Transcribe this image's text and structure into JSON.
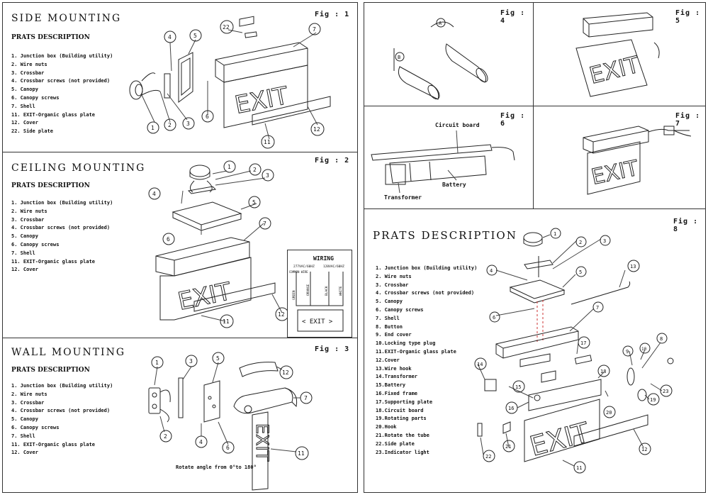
{
  "side_mounting": {
    "title": "SIDE MOUNTING",
    "subtitle": "PRATS DESCRIPTION",
    "fig": "Fig : 1",
    "parts": [
      "1. Junction box (Building utility)",
      "2. Wire nuts",
      "3. Crossbar",
      "4. Crossbar screws (not provided)",
      "5. Canopy",
      "6. Canopy screws",
      "7. Shell",
      "11. EXIT-Organic glass plate",
      "12. Cover",
      "22. Side plate"
    ],
    "callouts": [
      "1",
      "2",
      "3",
      "4",
      "5",
      "6",
      "7",
      "11",
      "12",
      "22"
    ],
    "sign_text": "EXIT"
  },
  "ceiling_mounting": {
    "title": "CEILING MOUNTING",
    "subtitle": "PRATS DESCRIPTION",
    "fig": "Fig : 2",
    "parts": [
      "1. Junction box (Building utility)",
      "2. Wire nuts",
      "3. Crossbar",
      "4. Crossbar screws (not provided)",
      "5. Canopy",
      "6. Canopy screws",
      "7. Shell",
      "11. EXIT-Organic glass plate",
      "12. Cover"
    ],
    "callouts": [
      "1",
      "2",
      "3",
      "4",
      "5",
      "6",
      "7",
      "11",
      "12"
    ],
    "sign_text": "EXIT",
    "wiring": {
      "title": "WIRING",
      "left_head": "277VAC/60HZ",
      "right_head": "120VAC/60HZ",
      "common": "COMMON WIRE",
      "wires": [
        "GREEN",
        "ORANGE",
        "BLACK",
        "WHITE"
      ],
      "exit_label": "< EXIT >"
    }
  },
  "wall_mounting": {
    "title": "WALL MOUNTING",
    "subtitle": "PRATS DESCRIPTION",
    "fig": "Fig : 3",
    "parts": [
      "1. Junction box (Building utility)",
      "2. Wire nuts",
      "3. Crossbar",
      "4. Crossbar screws (not provided)",
      "5. Canopy",
      "6. Canopy screws",
      "7. Shell",
      "11. EXIT-Organic glass plate",
      "12. Cover"
    ],
    "callouts": [
      "1",
      "2",
      "3",
      "4",
      "5",
      "6",
      "7",
      "11",
      "12"
    ],
    "note": "Rotate angle from 0°to 180°",
    "sign_text": "EXIT"
  },
  "fig4": {
    "fig": "Fig : 4",
    "callouts": [
      "A",
      "B"
    ]
  },
  "fig5": {
    "fig": "Fig : 5",
    "sign_text": "EXIT"
  },
  "fig6": {
    "fig": "Fig : 6",
    "labels": {
      "circuit": "Circuit board",
      "battery": "Battery",
      "transformer": "Transformer"
    }
  },
  "fig7": {
    "fig": "Fig : 7",
    "sign_text": "EXIT"
  },
  "fig8": {
    "fig": "Fig : 8",
    "title": "PRATS DESCRIPTION",
    "parts": [
      "1. Junction box (Building utility)",
      "2. Wire nuts",
      "3. Crossbar",
      "4. Crossbar screws (not provided)",
      "5. Canopy",
      "6. Canopy screws",
      "7. Shell",
      "8. Button",
      "9. End cover",
      "10.Locking type plug",
      "11.EXIT-Organic glass plate",
      "12.Cover",
      "13.Wire hook",
      "14.Transformer",
      "15.Battery",
      "16.Fixed frame",
      "17.Supporting plate",
      "18.Circuit board",
      "19.Rotating parts",
      "20.Hook",
      "21.Rotate the tube",
      "22.Side plate",
      "23.Indicator light"
    ],
    "callouts": [
      "1",
      "2",
      "3",
      "4",
      "5",
      "6",
      "7",
      "8",
      "9",
      "10",
      "11",
      "12",
      "13",
      "14",
      "15",
      "16",
      "17",
      "18",
      "19",
      "20",
      "21",
      "22",
      "23"
    ],
    "sign_text": "EXIT"
  }
}
